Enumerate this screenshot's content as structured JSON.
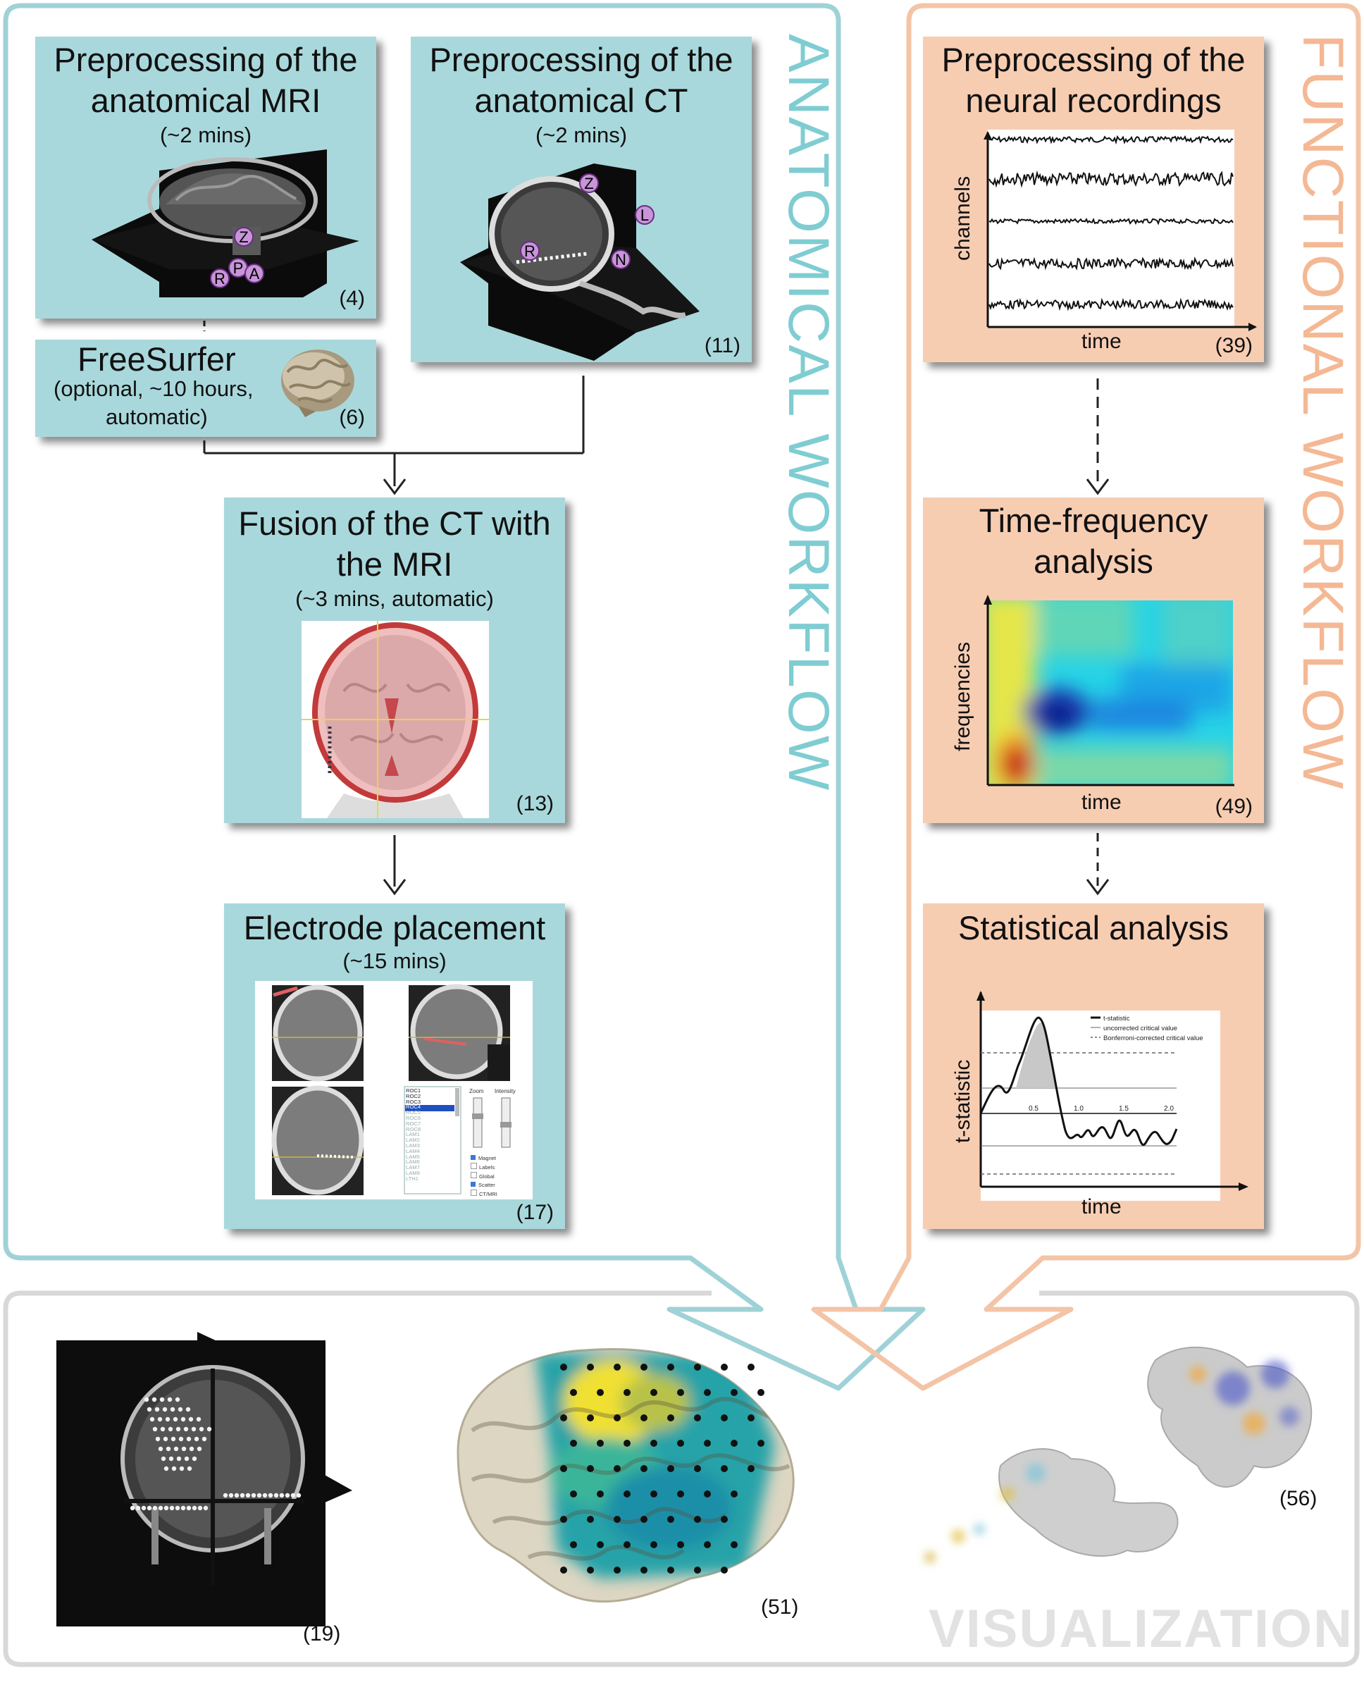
{
  "colors": {
    "anatomical": "#a9d8dc",
    "functional": "#f7cdb2",
    "anatomical_border": "#8fd0d5",
    "functional_border": "#f4c2a3",
    "visualization_border": "#d8d8d8"
  },
  "side_labels": {
    "anatomical": "ANATOMICAL WORKFLOW",
    "functional": "FUNCTIONAL WORKFLOW",
    "visualization": "VISUALIZATION"
  },
  "anatomical": {
    "mri": {
      "title": "Preprocessing of the anatomical MRI",
      "time": "(~2 mins)",
      "ref": "(4)",
      "markers": [
        "Z",
        "P",
        "A",
        "R"
      ]
    },
    "ct": {
      "title": "Preprocessing of the anatomical CT",
      "time": "(~2 mins)",
      "ref": "(11)",
      "markers": [
        "Z",
        "L",
        "R",
        "N"
      ]
    },
    "freesurfer": {
      "title": "FreeSurfer",
      "line1": "(optional, ~10 hours,",
      "line2": "automatic)",
      "ref": "(6)"
    },
    "fusion": {
      "title": "Fusion of the CT with the MRI",
      "time": "(~3 mins, automatic)",
      "ref": "(13)"
    },
    "electrode": {
      "title": "Electrode placement",
      "time": "(~15 mins)",
      "ref": "(17)",
      "channel_list": [
        "ROC1",
        "ROC2",
        "ROC3",
        "ROC4",
        "ROC5",
        "ROC6",
        "ROC7",
        "ROC8",
        "LAM1",
        "LAM2",
        "LAM3",
        "LAM4",
        "LAM5",
        "LAM6",
        "LAM7",
        "LAM8",
        "LTH1"
      ],
      "slider_labels": [
        "Zoom",
        "Intensity"
      ],
      "checkboxes": [
        "Magnet",
        "Labels",
        "Global",
        "Scatter",
        "CT/MRI"
      ]
    }
  },
  "functional": {
    "recordings": {
      "title": "Preprocessing of the neural recordings",
      "ylabel": "channels",
      "xlabel": "time",
      "ref": "(39)"
    },
    "tfr": {
      "title": "Time-frequency analysis",
      "ylabel": "frequencies",
      "xlabel": "time",
      "ref": "(49)"
    },
    "stats": {
      "title": "Statistical analysis",
      "ylabel": "t-statistic",
      "xlabel": "time",
      "legend": [
        "t-statistic",
        "uncorrected critical value",
        "Bonferroni-corrected critical value"
      ],
      "ticks": [
        "0.5",
        "1.0",
        "1.5",
        "2.0"
      ]
    }
  },
  "visualization": {
    "refs": [
      "(19)",
      "(51)",
      "(56)"
    ]
  }
}
